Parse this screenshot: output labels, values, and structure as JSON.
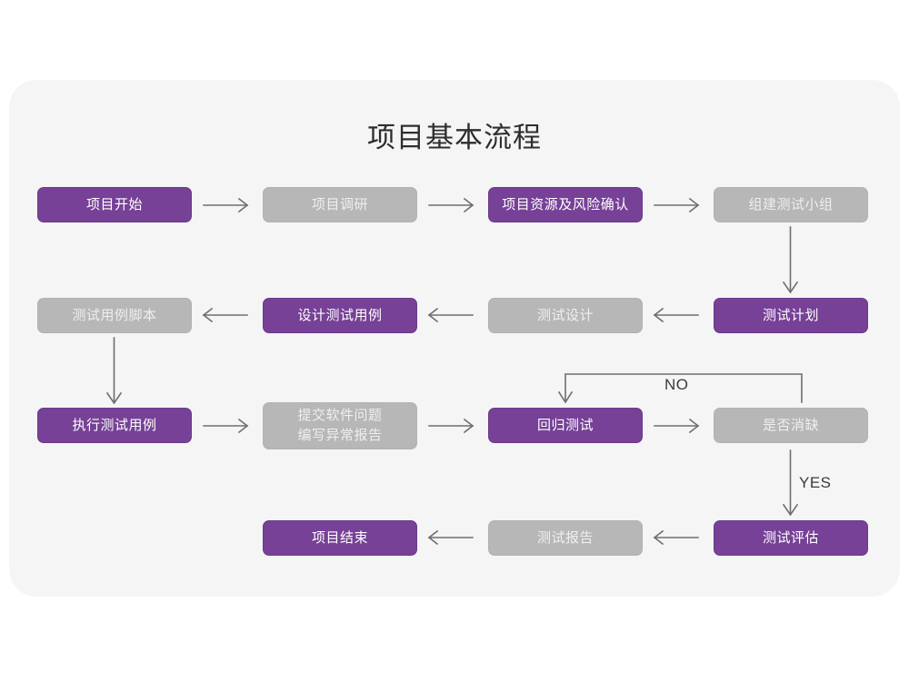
{
  "page": {
    "background_color": "#ffffff",
    "card_color": "#f5f5f5"
  },
  "title": "项目基本流程",
  "palette": {
    "purple": "#764196",
    "gray": "#b7b7b7",
    "purple_text": "#ffffff",
    "gray_text": "#efefef",
    "connector": "#6e6e6e",
    "title_text": "#2e2e2e"
  },
  "nodes": [
    {
      "id": "n1",
      "label": "项目开始",
      "style": "purple",
      "row": 1,
      "col": 1
    },
    {
      "id": "n2",
      "label": "项目调研",
      "style": "gray",
      "row": 1,
      "col": 2
    },
    {
      "id": "n3",
      "label": "项目资源及风险确认",
      "style": "purple",
      "row": 1,
      "col": 3
    },
    {
      "id": "n4",
      "label": "组建测试小组",
      "style": "gray",
      "row": 1,
      "col": 4
    },
    {
      "id": "n5",
      "label": "测试用例脚本",
      "style": "gray",
      "row": 2,
      "col": 1
    },
    {
      "id": "n6",
      "label": "设计测试用例",
      "style": "purple",
      "row": 2,
      "col": 2
    },
    {
      "id": "n7",
      "label": "测试设计",
      "style": "gray",
      "row": 2,
      "col": 3
    },
    {
      "id": "n8",
      "label": "测试计划",
      "style": "purple",
      "row": 2,
      "col": 4
    },
    {
      "id": "n9",
      "label": "执行测试用例",
      "style": "purple",
      "row": 3,
      "col": 1
    },
    {
      "id": "n10",
      "label": "提交软件问题\n编写异常报告",
      "style": "gray",
      "row": 3,
      "col": 2
    },
    {
      "id": "n11",
      "label": "回归测试",
      "style": "purple",
      "row": 3,
      "col": 3
    },
    {
      "id": "n12",
      "label": "是否消缺",
      "style": "gray",
      "row": 3,
      "col": 4
    },
    {
      "id": "n13",
      "label": "项目结束",
      "style": "purple",
      "row": 4,
      "col": 2
    },
    {
      "id": "n14",
      "label": "测试报告",
      "style": "gray",
      "row": 4,
      "col": 3
    },
    {
      "id": "n15",
      "label": "测试评估",
      "style": "purple",
      "row": 4,
      "col": 4
    }
  ],
  "edges": [
    {
      "id": "e1",
      "from": "n1",
      "to": "n2",
      "direction": "right",
      "label": ""
    },
    {
      "id": "e2",
      "from": "n2",
      "to": "n3",
      "direction": "right",
      "label": ""
    },
    {
      "id": "e3",
      "from": "n3",
      "to": "n4",
      "direction": "right",
      "label": ""
    },
    {
      "id": "e4",
      "from": "n4",
      "to": "n8",
      "direction": "down",
      "label": ""
    },
    {
      "id": "e5",
      "from": "n8",
      "to": "n7",
      "direction": "left",
      "label": ""
    },
    {
      "id": "e6",
      "from": "n7",
      "to": "n6",
      "direction": "left",
      "label": ""
    },
    {
      "id": "e7",
      "from": "n6",
      "to": "n5",
      "direction": "left",
      "label": ""
    },
    {
      "id": "e8",
      "from": "n5",
      "to": "n9",
      "direction": "down",
      "label": ""
    },
    {
      "id": "e9",
      "from": "n9",
      "to": "n10",
      "direction": "right",
      "label": ""
    },
    {
      "id": "e10",
      "from": "n10",
      "to": "n11",
      "direction": "right",
      "label": ""
    },
    {
      "id": "e11",
      "from": "n11",
      "to": "n12",
      "direction": "right",
      "label": ""
    },
    {
      "id": "e12",
      "from": "n12",
      "to": "n11",
      "direction": "loop-up-left",
      "label": "NO"
    },
    {
      "id": "e13",
      "from": "n12",
      "to": "n15",
      "direction": "down",
      "label": "YES"
    },
    {
      "id": "e14",
      "from": "n15",
      "to": "n14",
      "direction": "left",
      "label": ""
    },
    {
      "id": "e15",
      "from": "n14",
      "to": "n13",
      "direction": "left",
      "label": ""
    }
  ],
  "edge_labels": {
    "no": "NO",
    "yes": "YES"
  }
}
